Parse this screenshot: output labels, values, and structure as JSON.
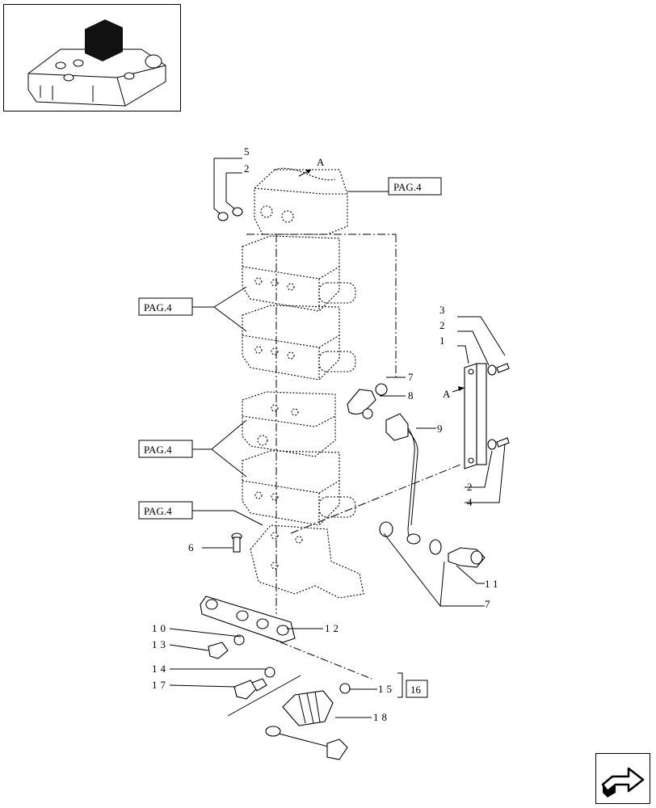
{
  "thumbnail": {
    "icon": "tractor-hydraulic-lift-thumbnail"
  },
  "navigation": {
    "icon": "next-page-arrow-icon"
  },
  "references": {
    "pag4_top": "PAG.4",
    "pag4_upper": "PAG.4",
    "pag4_middle": "PAG.4",
    "pag4_lower": "PAG.4",
    "assembly_16": "16"
  },
  "labels": {
    "view_a_top": "A",
    "view_a_side": "A"
  },
  "callouts": [
    {
      "id": "c1",
      "text": "1"
    },
    {
      "id": "c2a",
      "text": "2"
    },
    {
      "id": "c2b",
      "text": "2"
    },
    {
      "id": "c2c",
      "text": "2"
    },
    {
      "id": "c3",
      "text": "3"
    },
    {
      "id": "c4",
      "text": "4"
    },
    {
      "id": "c5",
      "text": "5"
    },
    {
      "id": "c6",
      "text": "6"
    },
    {
      "id": "c7a",
      "text": "7"
    },
    {
      "id": "c7b",
      "text": "7"
    },
    {
      "id": "c8",
      "text": "8"
    },
    {
      "id": "c9",
      "text": "9"
    },
    {
      "id": "c10",
      "text": "10"
    },
    {
      "id": "c11",
      "text": "11"
    },
    {
      "id": "c12",
      "text": "12"
    },
    {
      "id": "c13",
      "text": "13"
    },
    {
      "id": "c14",
      "text": "14"
    },
    {
      "id": "c15",
      "text": "15"
    },
    {
      "id": "c17",
      "text": "17"
    },
    {
      "id": "c18",
      "text": "18"
    }
  ]
}
